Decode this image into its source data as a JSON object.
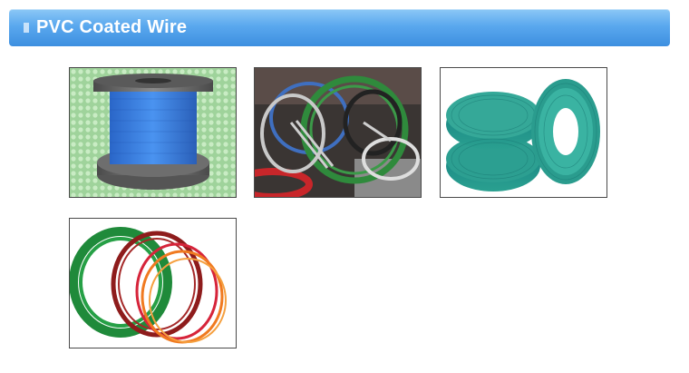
{
  "header": {
    "title": "PVC Coated Wire"
  },
  "gallery": {
    "items": [
      {
        "icon": "blue-wire-spool-image"
      },
      {
        "icon": "colored-wire-coils-with-ties-image"
      },
      {
        "icon": "green-wire-rolls-image"
      },
      {
        "icon": "multicolor-wire-coils-image"
      }
    ]
  },
  "colors": {
    "header_top": "#8cc8f6",
    "header_bottom": "#3d8fe0",
    "header_text": "#ffffff",
    "thumb_border": "#4a4a4a"
  }
}
